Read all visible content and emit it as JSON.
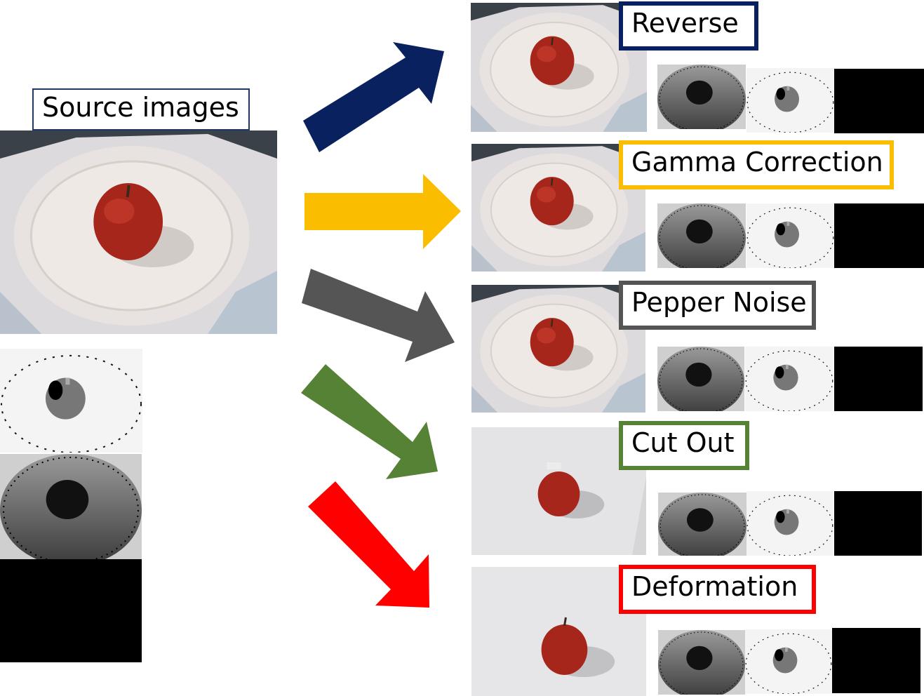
{
  "source": {
    "label": "Source images"
  },
  "augmentations": [
    {
      "label": "Reverse",
      "color": "#0a2160"
    },
    {
      "label": "Gamma Correction",
      "color": "#fbbd00"
    },
    {
      "label": "Pepper Noise",
      "color": "#555555"
    },
    {
      "label": "Cut Out",
      "color": "#558235"
    },
    {
      "label": "Deformation",
      "color": "#ff0000"
    }
  ]
}
